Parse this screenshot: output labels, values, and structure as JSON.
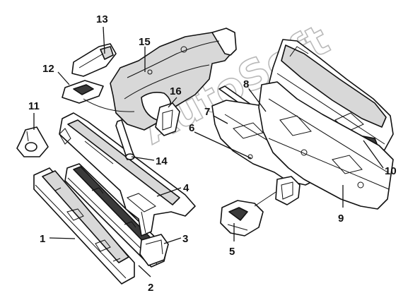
{
  "diagram": {
    "callouts": [
      {
        "id": "c1",
        "label": "1"
      },
      {
        "id": "c2",
        "label": "2"
      },
      {
        "id": "c3",
        "label": "3"
      },
      {
        "id": "c4",
        "label": "4"
      },
      {
        "id": "c5",
        "label": "5"
      },
      {
        "id": "c6",
        "label": "6"
      },
      {
        "id": "c7",
        "label": "7"
      },
      {
        "id": "c8",
        "label": "8"
      },
      {
        "id": "c9",
        "label": "9"
      },
      {
        "id": "c10",
        "label": "10"
      },
      {
        "id": "c11",
        "label": "11"
      },
      {
        "id": "c12",
        "label": "12"
      },
      {
        "id": "c13",
        "label": "13"
      },
      {
        "id": "c14",
        "label": "14"
      },
      {
        "id": "c15",
        "label": "15"
      },
      {
        "id": "c16",
        "label": "16"
      }
    ],
    "watermark": "AutoSoft"
  }
}
